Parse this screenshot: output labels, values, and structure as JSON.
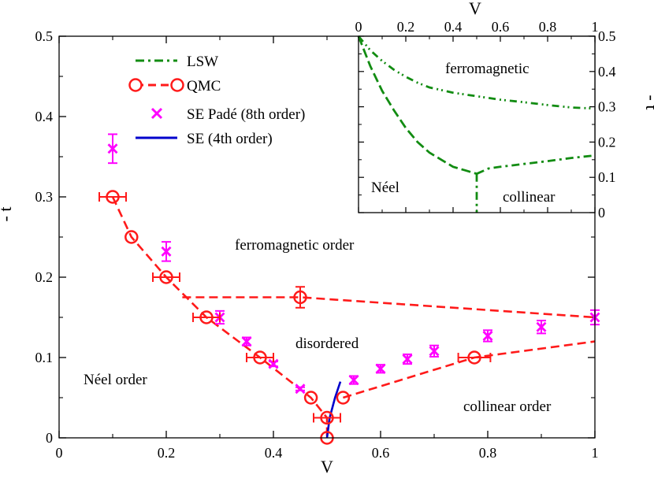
{
  "chart_data": [
    {
      "type": "line",
      "xlabel": "V",
      "ylabel": "- t",
      "xlim": [
        0,
        1
      ],
      "ylim": [
        0,
        0.5
      ],
      "xticks": [
        "0",
        "0.2",
        "0.4",
        "0.6",
        "0.8",
        "1"
      ],
      "yticks": [
        "0",
        "0.1",
        "0.2",
        "0.3",
        "0.4",
        "0.5"
      ],
      "legend": {
        "placement": "top-left",
        "entries": [
          {
            "label": "LSW",
            "color": "#128c12",
            "style": "dash-dot"
          },
          {
            "label": "QMC",
            "color": "#ff1a1a",
            "style": "dashed-circle"
          },
          {
            "label": "SE Padé (8th order)",
            "color": "#ff00ff",
            "style": "cross"
          },
          {
            "label": "SE (4th order)",
            "color": "#0000cc",
            "style": "solid"
          }
        ]
      },
      "annotations": [
        "ferromagnetic order",
        "disordered",
        "Néel order",
        "collinear order"
      ],
      "series": [
        {
          "name": "QMC",
          "color": "#ff1a1a",
          "segments": [
            [
              [
                0.1,
                0.3
              ],
              [
                0.135,
                0.25
              ],
              [
                0.2,
                0.2
              ],
              [
                0.275,
                0.15
              ],
              [
                0.375,
                0.1
              ],
              [
                0.47,
                0.05
              ],
              [
                0.5,
                0.025
              ],
              [
                0.5,
                0.0
              ]
            ],
            [
              [
                0.53,
                0.05
              ],
              [
                0.775,
                0.1
              ],
              [
                1.0,
                0.12
              ]
            ],
            [
              [
                0.23,
                0.175
              ],
              [
                0.45,
                0.175
              ],
              [
                1.0,
                0.15
              ]
            ]
          ],
          "markers": [
            {
              "x": 0.1,
              "y": 0.3,
              "xerr": 0.025,
              "yerr": 0
            },
            {
              "x": 0.135,
              "y": 0.25,
              "xerr": 0,
              "yerr": 0
            },
            {
              "x": 0.2,
              "y": 0.2,
              "xerr": 0.025,
              "yerr": 0
            },
            {
              "x": 0.275,
              "y": 0.15,
              "xerr": 0.025,
              "yerr": 0
            },
            {
              "x": 0.375,
              "y": 0.1,
              "xerr": 0.025,
              "yerr": 0
            },
            {
              "x": 0.45,
              "y": 0.175,
              "xerr": 0,
              "yerr": 0.013
            },
            {
              "x": 0.47,
              "y": 0.05,
              "xerr": 0,
              "yerr": 0
            },
            {
              "x": 0.5,
              "y": 0.025,
              "xerr": 0.025,
              "yerr": 0
            },
            {
              "x": 0.5,
              "y": 0.0,
              "xerr": 0,
              "yerr": 0
            },
            {
              "x": 0.53,
              "y": 0.05,
              "xerr": 0,
              "yerr": 0
            },
            {
              "x": 0.775,
              "y": 0.1,
              "xerr": 0.03,
              "yerr": 0
            }
          ]
        },
        {
          "name": "SE Padé (8th order)",
          "color": "#ff00ff",
          "points": [
            {
              "x": 0.1,
              "y": 0.36,
              "yerr": 0.018
            },
            {
              "x": 0.2,
              "y": 0.232,
              "yerr": 0.012
            },
            {
              "x": 0.3,
              "y": 0.15,
              "yerr": 0.008
            },
            {
              "x": 0.35,
              "y": 0.12,
              "yerr": 0.005
            },
            {
              "x": 0.4,
              "y": 0.092,
              "yerr": 0.003
            },
            {
              "x": 0.45,
              "y": 0.061,
              "yerr": 0.002
            },
            {
              "x": 0.55,
              "y": 0.072,
              "yerr": 0.005
            },
            {
              "x": 0.6,
              "y": 0.086,
              "yerr": 0.005
            },
            {
              "x": 0.65,
              "y": 0.098,
              "yerr": 0.006
            },
            {
              "x": 0.7,
              "y": 0.108,
              "yerr": 0.007
            },
            {
              "x": 0.8,
              "y": 0.127,
              "yerr": 0.007
            },
            {
              "x": 0.9,
              "y": 0.138,
              "yerr": 0.008
            },
            {
              "x": 1.0,
              "y": 0.15,
              "yerr": 0.009
            }
          ]
        },
        {
          "name": "SE (4th order)",
          "color": "#0000cc",
          "points": [
            [
              0.5,
              0.0
            ],
            [
              0.505,
              0.025
            ],
            [
              0.515,
              0.05
            ],
            [
              0.525,
              0.07
            ]
          ]
        }
      ]
    },
    {
      "type": "line",
      "placement": "inset-top-right",
      "xlabel": "V",
      "ylabel": "- t",
      "xlim": [
        0,
        1
      ],
      "ylim": [
        0,
        0.5
      ],
      "xticks": [
        "0",
        "0.2",
        "0.4",
        "0.6",
        "0.8",
        "1"
      ],
      "yticks": [
        "0",
        "0.1",
        "0.2",
        "0.3",
        "0.4",
        "0.5"
      ],
      "annotations": [
        "ferromagnetic",
        "Néel",
        "collinear"
      ],
      "series": [
        {
          "name": "LSW",
          "color": "#128c12",
          "segments": [
            [
              [
                0,
                0.5
              ],
              [
                0.05,
                0.46
              ],
              [
                0.1,
                0.43
              ],
              [
                0.15,
                0.405
              ],
              [
                0.2,
                0.385
              ],
              [
                0.25,
                0.368
              ],
              [
                0.3,
                0.355
              ],
              [
                0.4,
                0.34
              ],
              [
                0.5,
                0.33
              ],
              [
                0.6,
                0.32
              ],
              [
                0.7,
                0.313
              ],
              [
                0.8,
                0.305
              ],
              [
                0.9,
                0.298
              ],
              [
                1.0,
                0.295
              ]
            ],
            [
              [
                0,
                0.5
              ],
              [
                0.05,
                0.415
              ],
              [
                0.1,
                0.345
              ],
              [
                0.15,
                0.29
              ],
              [
                0.2,
                0.24
              ],
              [
                0.25,
                0.2
              ],
              [
                0.3,
                0.17
              ],
              [
                0.35,
                0.15
              ],
              [
                0.4,
                0.13
              ],
              [
                0.45,
                0.12
              ],
              [
                0.5,
                0.11
              ]
            ],
            [
              [
                0.5,
                0.11
              ],
              [
                0.55,
                0.125
              ],
              [
                0.6,
                0.13
              ],
              [
                0.7,
                0.138
              ],
              [
                0.8,
                0.146
              ],
              [
                0.9,
                0.155
              ],
              [
                1.0,
                0.162
              ]
            ],
            [
              [
                0.5,
                0.11
              ],
              [
                0.5,
                0.0
              ]
            ]
          ]
        }
      ]
    }
  ]
}
